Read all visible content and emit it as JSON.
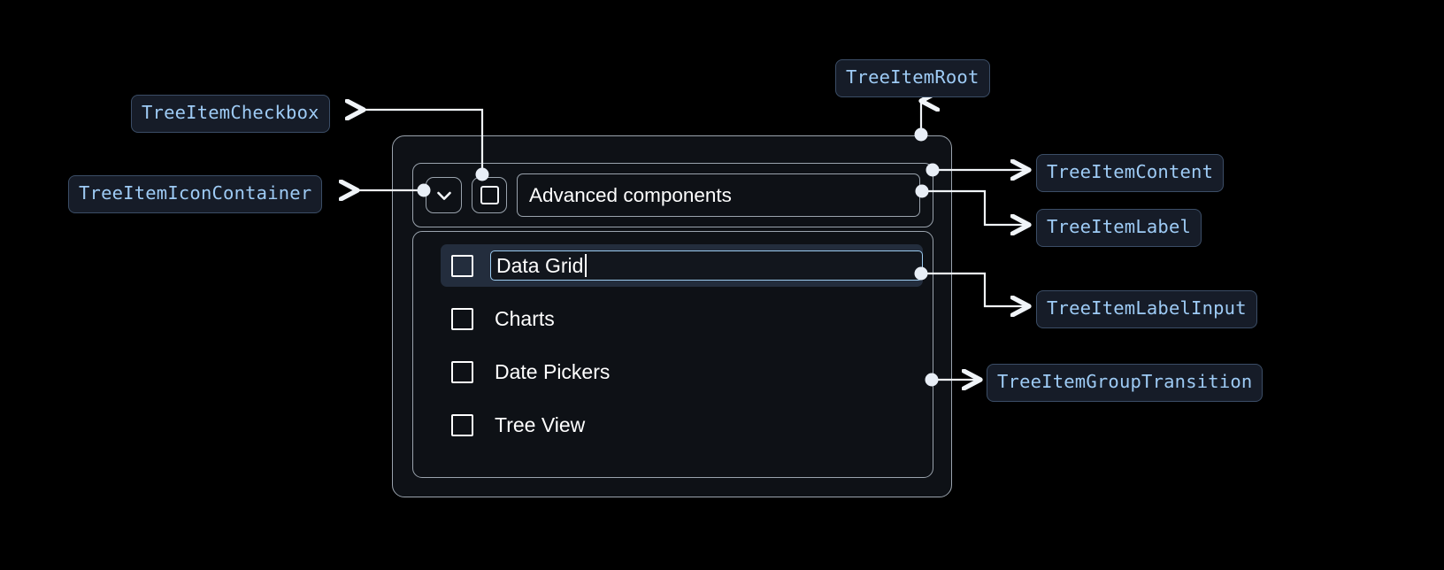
{
  "diagram": {
    "title": "Tree Item anatomy diagram",
    "background_color": "#000000",
    "chip_bg": "#161c28",
    "chip_border": "#3b4d66",
    "chip_text_color": "#9ecbf5",
    "connector_color": "#f0f4f8",
    "container_border": "#9aa3ad",
    "selected_row_bg": "#232d3d",
    "input_focus_border": "#9ccbf0"
  },
  "annotations": [
    {
      "id": "checkbox",
      "label": "TreeItemCheckbox"
    },
    {
      "id": "icon_container",
      "label": "TreeItemIconContainer"
    },
    {
      "id": "root",
      "label": "TreeItemRoot"
    },
    {
      "id": "content",
      "label": "TreeItemContent"
    },
    {
      "id": "label",
      "label": "TreeItemLabel"
    },
    {
      "id": "label_input",
      "label": "TreeItemLabelInput"
    },
    {
      "id": "group_transition",
      "label": "TreeItemGroupTransition"
    }
  ],
  "tree": {
    "expand_icon": "chevron-down-icon",
    "root_label": "Advanced components",
    "root_checkbox_checked": false,
    "items": [
      {
        "label": "Data Grid",
        "checked": false,
        "selected": true,
        "editing": true
      },
      {
        "label": "Charts",
        "checked": false,
        "selected": false,
        "editing": false
      },
      {
        "label": "Date Pickers",
        "checked": false,
        "selected": false,
        "editing": false
      },
      {
        "label": "Tree View",
        "checked": false,
        "selected": false,
        "editing": false
      }
    ],
    "editing_value": "Data Grid"
  }
}
